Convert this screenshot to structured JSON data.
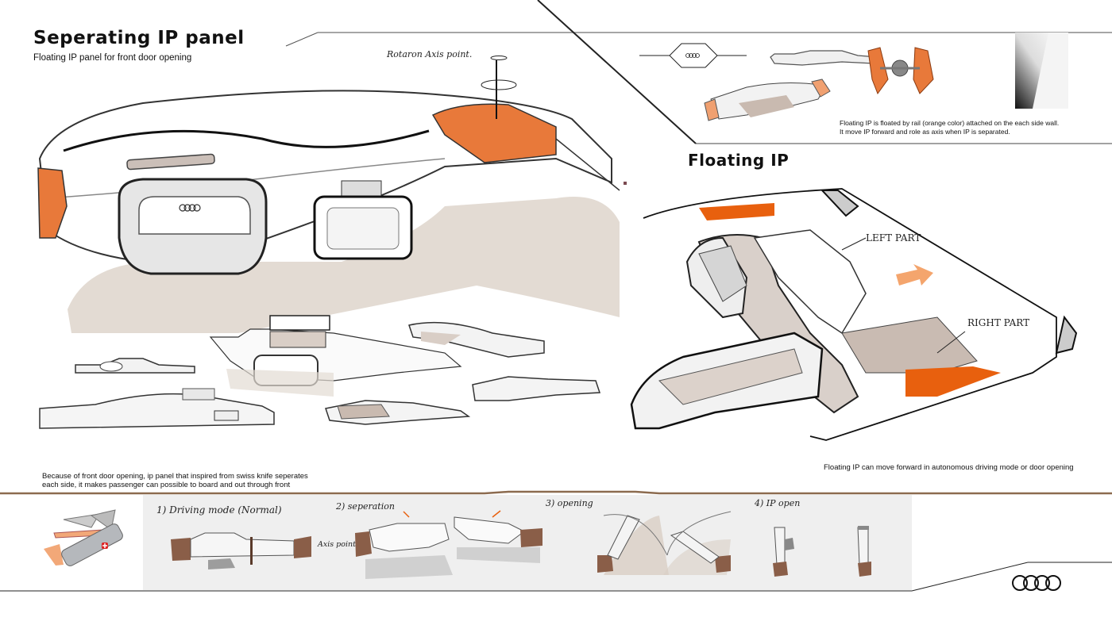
{
  "left_section": {
    "title": "Seperating IP panel",
    "subtitle": "Floating IP panel for front door opening",
    "annotation_rotation": "Rotaron Axis point.",
    "caption_line1": "Because of front door opening, ip panel that inspired from swiss knife seperates",
    "caption_line2": "each side, it makes passenger can possible to board and out through front"
  },
  "top_right_section": {
    "caption_line1": "Floating IP is floated by rail (orange color) attached on the each side wall.",
    "caption_line2": "It move IP forward and role as axis when IP is separated."
  },
  "right_section": {
    "title": "Floating IP",
    "label_left_part": "LEFT PART",
    "label_right_part": "RIGHT PART",
    "caption": "Floating IP can move forward in autonomous driving mode or door opening"
  },
  "storyboard": {
    "steps": [
      {
        "label": "1) Driving mode (Normal)"
      },
      {
        "label": "2) seperation"
      },
      {
        "label": "3) opening"
      },
      {
        "label": "4) IP open"
      }
    ],
    "axis_label": "Axis point"
  },
  "colors": {
    "accent_orange": "#E8793A",
    "brown_leather": "#8A5E48",
    "shadow_beige": "#E3DBD3",
    "panel_grey": "#EFEFEF",
    "divider_brown": "#8C6B4F"
  },
  "icons": {
    "brand_logo": "four-rings-logo",
    "knife": "swiss-knife-icon"
  }
}
